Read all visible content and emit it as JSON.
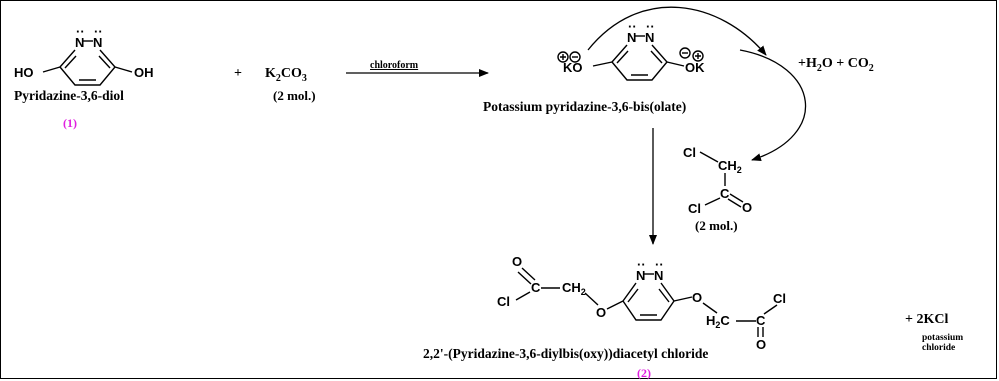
{
  "diagram": {
    "type": "reaction-scheme",
    "colors": {
      "ink": "#000000",
      "compound_number": "#e020e0"
    },
    "reactant1": {
      "ho_left": "HO",
      "oh_right": "OH",
      "n1": "N",
      "n2": "N",
      "name": "Pyridazine-3,6-diol",
      "number": "(1)"
    },
    "plus1": "+",
    "reagent": {
      "formula_main": "K",
      "formula_sub1": "2",
      "formula_mid": "CO",
      "formula_sub2": "3",
      "amount": "(2 mol.)"
    },
    "arrow_label": "chloroform",
    "intermediate": {
      "left_group": "KO",
      "right_group": "OK",
      "n1": "N",
      "n2": "N",
      "name": "Potassium pyridazine-3,6-bis(olate)"
    },
    "byproducts1": {
      "prefix": "+H",
      "sub1": "2",
      "mid": "O + CO",
      "sub2": "2"
    },
    "chloroacetyl": {
      "cl_top": "Cl",
      "ch2": "CH",
      "ch2_sub": "2",
      "c": "C",
      "o": "O",
      "cl_bottom": "Cl",
      "amount": "(2 mol.)"
    },
    "product": {
      "o_left": "O",
      "c_left": "C",
      "cl_left": "Cl",
      "ch2_left": "CH",
      "ch2_left_sub": "2",
      "o_ether_left": "O",
      "n1": "N",
      "n2": "N",
      "o_ether_right": "O",
      "h2c_right_h": "H",
      "h2c_right_sub": "2",
      "h2c_right_c": "C",
      "c_right": "C",
      "cl_right": "Cl",
      "o_right": "O",
      "name": "2,2'-(Pyridazine-3,6-diylbis(oxy))diacetyl chloride",
      "number": "(2)"
    },
    "byproduct2": {
      "formula": "+ 2KCl",
      "name_line1": "potassium",
      "name_line2": "chloride"
    }
  }
}
